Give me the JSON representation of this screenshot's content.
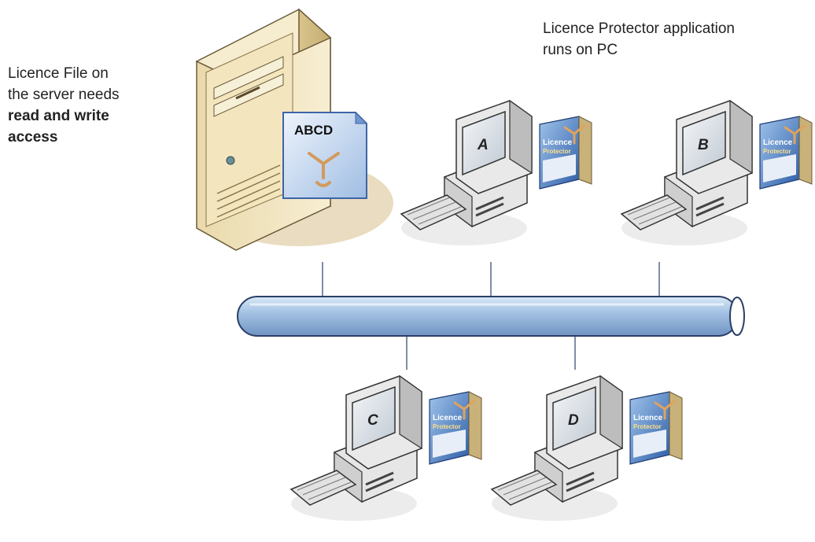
{
  "server_note": {
    "line1": "Licence File on",
    "line2": "the server needs",
    "line3_bold": "read and write",
    "line4_bold": "access"
  },
  "app_note": {
    "line1": "Licence Protector application",
    "line2": "runs on PC"
  },
  "licence_file": {
    "label": "ABCD"
  },
  "pcs": [
    {
      "label": "A"
    },
    {
      "label": "B"
    },
    {
      "label": "C"
    },
    {
      "label": "D"
    }
  ],
  "product_box": {
    "line1": "Licence",
    "line2": "Protector"
  },
  "colors": {
    "network_pipe": "#a9c7e6",
    "pipe_stroke": "#2a3f66",
    "server_body": "#f2e5bf",
    "floor_shadow": "#e9dcc0"
  }
}
